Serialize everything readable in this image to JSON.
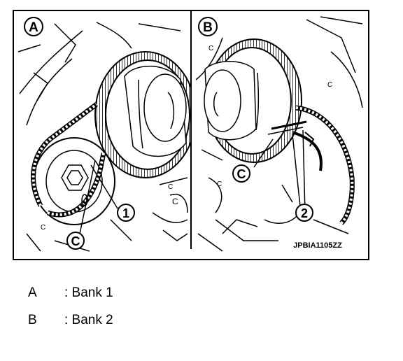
{
  "figure": {
    "panel_left_label": "A",
    "panel_right_label": "B",
    "callout_1": "1",
    "callout_2": "2",
    "callout_c_left": "C",
    "callout_c_right": "C",
    "code": "JPBIA1105ZZ"
  },
  "legend": [
    {
      "key": "A",
      "text": ": Bank 1"
    },
    {
      "key": "B",
      "text": ": Bank 2"
    }
  ]
}
